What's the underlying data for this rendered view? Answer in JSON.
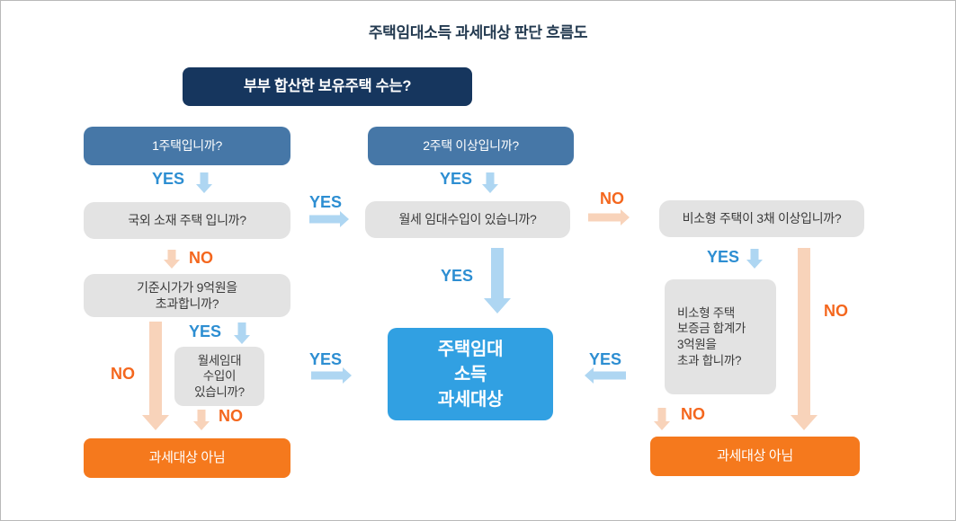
{
  "title": "주택임대소득 과세대상 판단 흐름도",
  "labels": {
    "yes": "YES",
    "no": "NO"
  },
  "colors": {
    "navy": "#16365e",
    "medium_blue": "#4677a7",
    "bright_blue": "#31a0e2",
    "orange": "#f5791d",
    "gray_box": "#e3e3e3",
    "yes_text": "#2d8ed2",
    "no_text": "#f4671e",
    "arrow_blue": "#aed6f2",
    "arrow_orange": "#f8d3ba"
  },
  "nodes": {
    "root": {
      "label": "부부 합산한 보유주택 수는?"
    },
    "one_house": {
      "label": "1주택입니까?"
    },
    "multi_house": {
      "label": "2주택 이상입니까?"
    },
    "overseas": {
      "label": "국외 소재 주택 입니까?"
    },
    "monthly_rent_multi": {
      "label": "월세 임대수입이 있습니까?"
    },
    "non_small_three": {
      "label": "비소형 주택이 3채 이상입니까?"
    },
    "base_price": {
      "label": "기준시가가 9억원을\n초과합니까?"
    },
    "monthly_rent_single": {
      "label": "월세임대\n수입이\n있습니까?"
    },
    "deposit_sum": {
      "label": "비소형 주택\n보증금 합계가\n3억원을\n초과 합니까?"
    },
    "taxable": {
      "label": "주택임대\n소득\n과세대상"
    },
    "not_taxable_left": {
      "label": "과세대상 아님"
    },
    "not_taxable_right": {
      "label": "과세대상 아님"
    }
  }
}
